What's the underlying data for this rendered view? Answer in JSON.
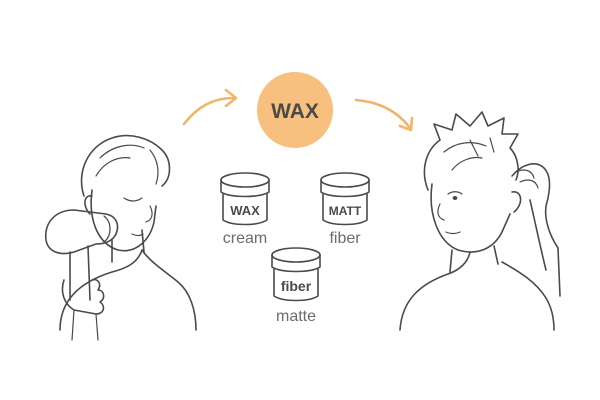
{
  "badge": {
    "label": "WAX",
    "color": "#f7c07e"
  },
  "jars": [
    {
      "label": "WAX",
      "caption": "cream"
    },
    {
      "label": "MATT",
      "caption": "fiber"
    },
    {
      "label": "fiber",
      "caption": "matte"
    }
  ],
  "colors": {
    "line": "#4a4a4a",
    "arrow": "#f2b469",
    "caption": "#6b6b6b"
  },
  "icons": [
    "hair-dryer-icon",
    "arrow-right-icon"
  ]
}
